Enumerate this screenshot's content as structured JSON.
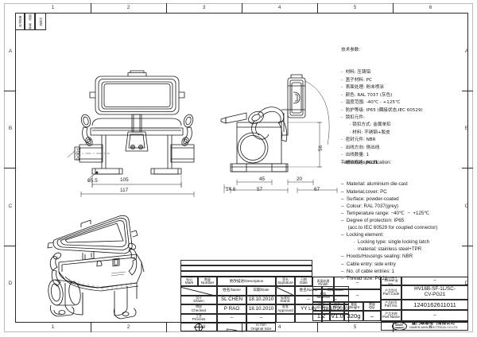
{
  "sheet": {
    "zone_numbers": [
      "1",
      "2",
      "3",
      "4",
      "5",
      "6"
    ],
    "zone_letters": [
      "A",
      "B",
      "C",
      "D"
    ],
    "stamp_left": "图纸代号",
    "stamp_mid": "保密\n等级",
    "stamp_right": "归档号"
  },
  "spec_cn": {
    "title": "技术参数:",
    "lines": [
      "-  材料: 压铸铝",
      "-  盖子材料: PC",
      "-  表面处理: 粉末喷涂",
      "-  颜色: RAL 7037 (灰色)",
      "-  温度范围: -40℃ - +125℃",
      "-  防护等级: IP65 (耦接状态,IEC 60529)",
      "-  锁扣元件:",
      "      · 锁扣方式: 金属单扣",
      "      · 材料: 不锈钢+胶皮",
      "-  密封元件: NBR",
      "-  出线方向: 侧出线",
      "-  出线数量: 1",
      "-  螺纹规格: PG21"
    ]
  },
  "spec_en": {
    "title": "Technical specification:",
    "lines": [
      "–  Material: aluminium die-cast",
      "–  Material,cover: PC",
      "–  Surface: powder-coated",
      "–  Colour: RAL 7037(grey)",
      "–  Temperature range: −40℃  −  +125℃",
      "–  Degree of protection: IP65",
      "     (acc.to IEC 60529 for coupled connector)",
      "–  Locking element:",
      "         ·  Locking type: single locking latch",
      "         ·  material: stainless steel+TPR",
      "–  Hoods/Housings sealing: NBR",
      "–  Cable entry: side entry",
      "–  No. of cable entries: 1",
      "–  Thread size: PG21"
    ]
  },
  "dimensions": {
    "front_width_inner": "105",
    "front_width_outer": "117",
    "front_hole": "ø5.5",
    "front_thread": "PG21",
    "side_a": "14.6",
    "side_b": "57",
    "side_c": "45",
    "side_d": "20",
    "side_e": "67",
    "side_height": "56"
  },
  "title_block": {
    "rev_headers": {
      "mark_cn": "标记",
      "mark_en": "Mark",
      "number_cn": "数量",
      "number_en": "Number",
      "description_cn": "更改描述/Description",
      "signature_cn": "签名",
      "signature_en": "Signature",
      "date_cn": "日期",
      "date_en": "Date"
    },
    "name_hdr_cn": "姓名/Name",
    "date_hdr_cn": "日期/Date",
    "roles": [
      {
        "cn": "设计",
        "en": "Drawn",
        "name": "SL CHEN",
        "date": "18.10.2010"
      },
      {
        "cn": "审核",
        "en": "Checked",
        "name": "P RAO",
        "date": "18.10.2010"
      },
      {
        "cn": "工艺",
        "en": "Process",
        "name": "–",
        "date": "–"
      }
    ],
    "roles2": [
      {
        "cn": "标准化",
        "en": "Stand.",
        "name": "–",
        "date": "–"
      },
      {
        "cn": "批准",
        "en": "Approved",
        "name": "YY LIN",
        "date": "18.10.2010"
      }
    ],
    "finish_cn": "表面处理",
    "finish_en": "Finish",
    "finish_val": "–",
    "material_cn": "材料",
    "material_en": "Material",
    "material_val": "–",
    "scale_cn": "比例",
    "scale_en": "Scale",
    "scale_val": "1:2",
    "rev_cn": "版本",
    "rev_en": "REV.",
    "rev_val": "V1.0",
    "weight_cn": "重量",
    "weight_en": "Weight",
    "weight_val": "320g",
    "qty_cn": "数量",
    "qty_en": "Qty.",
    "qty_val": "–",
    "drawing_no_cn": "图纸编号",
    "drawing_no_en": "Drawing No.",
    "drawing_no_val": "–",
    "part_code_cn": "产品型号",
    "part_code_en": "Part Code",
    "part_code_val_1": "HV16B-SF-1L/SC-",
    "part_code_val_2": "CV-PG21",
    "part_no_cn": "产品料号",
    "part_no_en": "Part No.",
    "part_no_val": "1240162611011",
    "part_name_cn": "产品名称",
    "part_name_en": "Part Name",
    "part_name_val": "–",
    "units_1": "All Dimensions in mm",
    "units_2": "Original Size DIN A4",
    "logo_text": "WAIN",
    "company_cn": "厦门维恩电气有限公司",
    "company_en": "XIAMEN WAIN ELECTRICAL CO.LTD"
  },
  "colors": {
    "line": "#1a1a1a",
    "frame_light": "#b9b9b9",
    "hatch": "#555555"
  }
}
